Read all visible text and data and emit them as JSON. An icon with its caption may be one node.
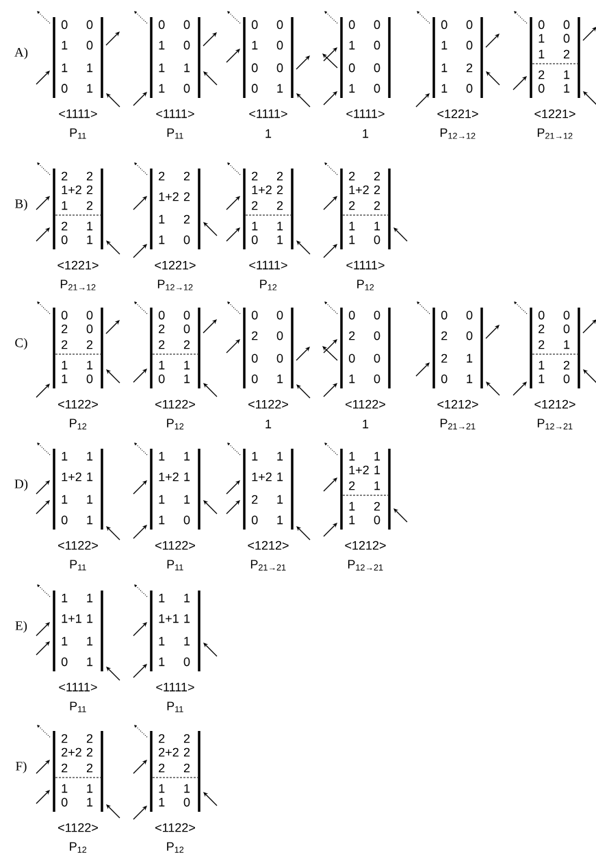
{
  "diagram": {
    "nodes": [
      {
        "text": [
          "0",
          "0",
          "1",
          "0",
          "1",
          "1",
          "0",
          "1"
        ],
        "beside": [
          "<1111>",
          "P$_{11}$"
        ]
      },
      {
        "text": [
          "0",
          "0",
          "1",
          "0",
          "1",
          "1",
          "1",
          "0"
        ],
        "beside": [
          "<1111>",
          "P$_{11}$"
        ]
      },
      {
        "text": [
          "0",
          "0",
          "1",
          "0",
          "0",
          "0",
          "0",
          "1"
        ],
        "beside": [
          "<1111>",
          "1"
        ]
      },
      {
        "text": [
          "0",
          "0",
          "1",
          "0",
          "0",
          "0",
          "1",
          "0"
        ],
        "beside": [
          "<1111>",
          "1"
        ]
      },
      {
        "text": [
          "0",
          "0",
          "1",
          "0",
          "1",
          "2",
          "1",
          "0"
        ],
        "beside": [
          "<1221>",
          "P$_{12→12}$"
        ]
      },
      {
        "text": [
          "0",
          "0",
          "1",
          "0",
          "1",
          "2",
          "2",
          "1",
          "0",
          "1"
        ],
        "beside": [
          "<1221>",
          "P$_{21→12}$"
        ]
      },
      {
        "text": [
          "2",
          "2",
          "1+2",
          "2",
          "1",
          "2",
          "2",
          "1",
          "0",
          "1"
        ],
        "beside": [
          "<1221>",
          "P$_{21→12}$"
        ]
      },
      {
        "text": [
          "2",
          "2",
          "1+2",
          "2",
          "1",
          "2",
          "1",
          "0"
        ],
        "beside": [
          "<1221>",
          "P$_{12→12}$"
        ]
      },
      {
        "text": [
          "2",
          "2",
          "1+2",
          "2",
          "2",
          "2",
          "1",
          "1",
          "0",
          "1"
        ],
        "beside": [
          "<1111>",
          "P$_{12}$"
        ]
      },
      {
        "text": [
          "2",
          "2",
          "1+2",
          "2",
          "2",
          "2",
          "1",
          "1",
          "1",
          "0"
        ],
        "beside": [
          "<1111>",
          "P$_{12}$"
        ]
      },
      {
        "text": [
          "0",
          "0",
          "2",
          "0",
          "2",
          "2",
          "1",
          "1",
          "1",
          "0"
        ],
        "beside": [
          "<1122>",
          "P$_{12}$"
        ]
      },
      {
        "text": [
          "0",
          "0",
          "2",
          "0",
          "2",
          "2",
          "1",
          "1",
          "0",
          "1"
        ],
        "beside": [
          "<1122>",
          "P$_{12}$"
        ]
      },
      {
        "text": [
          "0",
          "0",
          "2",
          "0",
          "0",
          "0",
          "0",
          "1"
        ],
        "beside": [
          "<1122>",
          "1"
        ]
      },
      {
        "text": [
          "0",
          "0",
          "2",
          "0",
          "0",
          "0",
          "1",
          "0"
        ],
        "beside": [
          "<1122>",
          "1"
        ]
      },
      {
        "text": [
          "0",
          "0",
          "2",
          "0",
          "2",
          "1",
          "0",
          "1"
        ],
        "beside": [
          "<1212>",
          "P$_{21→21}$"
        ]
      },
      {
        "text": [
          "0",
          "0",
          "2",
          "0",
          "2",
          "1",
          "1",
          "2",
          "1",
          "0"
        ],
        "beside": [
          "<1212>",
          "P$_{12→21}$"
        ]
      },
      {
        "text": [
          "1",
          "1",
          "1+2",
          "1",
          "1",
          "1",
          "0",
          "1"
        ],
        "beside": [
          "<1122>",
          "P$_{11}$"
        ]
      },
      {
        "text": [
          "1",
          "1",
          "1+2",
          "1",
          "1",
          "1",
          "1",
          "0"
        ],
        "beside": [
          "<1122>",
          "P$_{11}$"
        ]
      },
      {
        "text": [
          "1",
          "1",
          "1+2",
          "1",
          "2",
          "1",
          "0",
          "1"
        ],
        "beside": [
          "<1212>",
          "P$_{21→21}$"
        ]
      },
      {
        "text": [
          "1",
          "1",
          "1+2",
          "1",
          "2",
          "1",
          "1",
          "2",
          "1",
          "0"
        ],
        "beside": [
          "<1212>",
          "P$_{12→21}$"
        ]
      },
      {
        "text": [
          "1",
          "1",
          "1+1",
          "1",
          "1",
          "1",
          "0",
          "1"
        ],
        "beside": [
          "<1111>",
          "P$_{11}$"
        ]
      },
      {
        "text": [
          "1",
          "1",
          "1+1",
          "1",
          "1",
          "1",
          "1",
          "0"
        ],
        "beside": [
          "<1111>",
          "P$_{11}$"
        ]
      },
      {
        "text": [
          "2",
          "2",
          "2+2",
          "2",
          "2",
          "2",
          "1",
          "1",
          "0",
          "1"
        ],
        "beside": [
          "<1122>",
          "P$_{12}$"
        ]
      },
      {
        "text": [
          "2",
          "2",
          "2+2",
          "2",
          "2",
          "2",
          "1",
          "1",
          "1",
          "0"
        ],
        "beside": [
          "<1122>",
          "P$_{12}$"
        ]
      }
    ],
    "labels": [
      "A)",
      "B)",
      "C)",
      "D)",
      "E)",
      "F)"
    ]
  }
}
